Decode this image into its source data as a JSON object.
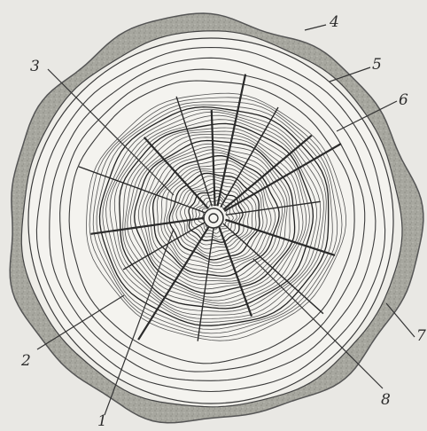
{
  "labels": {
    "l1": "1",
    "l2": "2",
    "l3": "3",
    "l4": "4",
    "l5": "5",
    "l6": "6",
    "l7": "7",
    "l8": "8"
  },
  "colors": {
    "background": "#e9e8e4",
    "bark": "#a3a39b",
    "wood": "#f3f2ee",
    "line": "#3a3a3a"
  }
}
